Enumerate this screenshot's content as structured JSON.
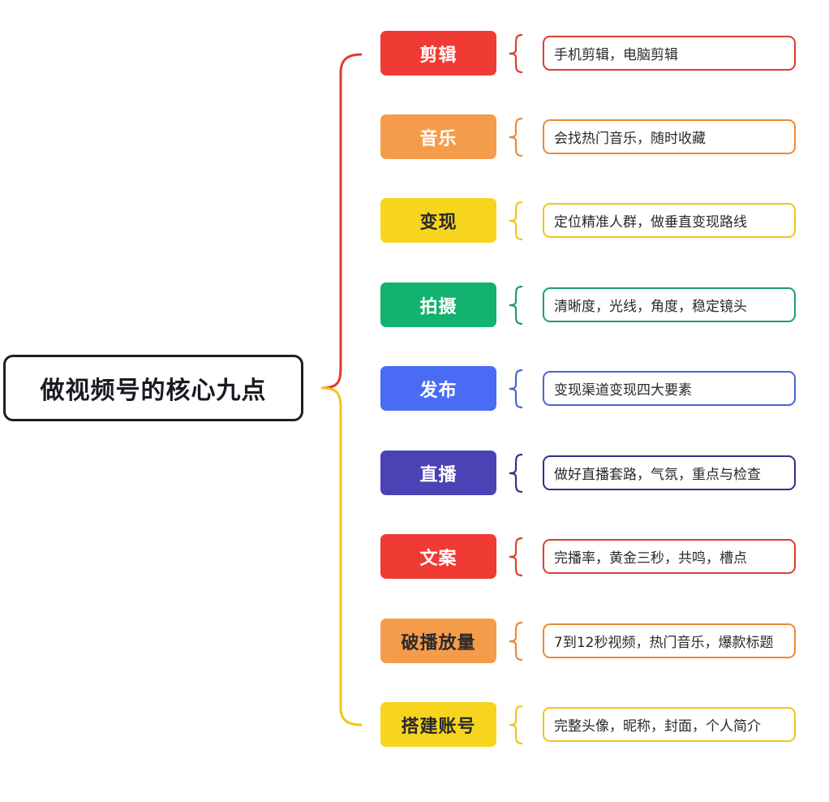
{
  "root": {
    "label": "做视频号的核心九点"
  },
  "branches": [
    {
      "label": "剪辑",
      "detail": "手机剪辑，电脑剪辑",
      "color": "#ef3b33",
      "border": "#d8402f",
      "text_color": "#ffffff"
    },
    {
      "label": "音乐",
      "detail": "会找热门音乐，随时收藏",
      "color": "#f59c4b",
      "border": "#ea8a36",
      "text_color": "#ffffff"
    },
    {
      "label": "变现",
      "detail": "定位精准人群，做垂直变现路线",
      "color": "#f7d51e",
      "border": "#f0c419",
      "text_color": "#2a2a2a"
    },
    {
      "label": "拍摄",
      "detail": "清晰度，光线，角度，稳定镜头",
      "color": "#12b26f",
      "border": "#1c9a7a",
      "text_color": "#ffffff"
    },
    {
      "label": "发布",
      "detail": "变现渠道变现四大要素",
      "color": "#4a6cf4",
      "border": "#4666d8",
      "text_color": "#ffffff"
    },
    {
      "label": "直播",
      "detail": "做好直播套路，气氛，重点与检查",
      "color": "#4b42b6",
      "border": "#2e3388",
      "text_color": "#ffffff"
    },
    {
      "label": "文案",
      "detail": "完播率，黄金三秒，共鸣，槽点",
      "color": "#ef3b33",
      "border": "#d8402f",
      "text_color": "#ffffff"
    },
    {
      "label": "破播放量",
      "detail": "7到12秒视频，热门音乐，爆款标题",
      "color": "#f59c4b",
      "border": "#ea8a36",
      "text_color": "#2a2a2a"
    },
    {
      "label": "搭建账号",
      "detail": "完整头像，昵称，封面，个人简介",
      "color": "#f7d51e",
      "border": "#f0c419",
      "text_color": "#2a2a2a"
    }
  ],
  "connector_colors": {
    "upper": "#e03a2c",
    "lower": "#f5c518"
  }
}
